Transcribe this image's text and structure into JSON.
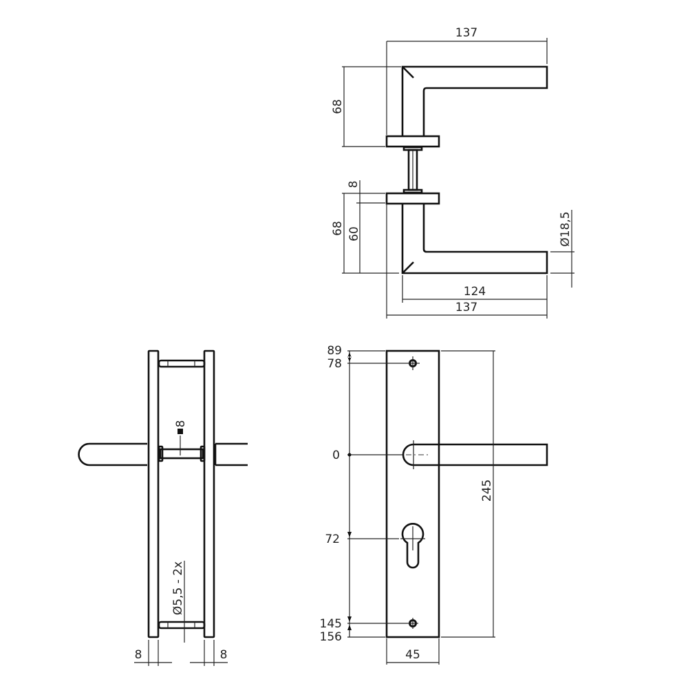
{
  "drawing": {
    "subject": "Door lever handle on long backplate with euro profile cylinder hole",
    "colors": {
      "line": "#111111",
      "background": "#ffffff"
    },
    "top_view": {
      "dimensions": {
        "overall_length_top": "137",
        "top_handle_height": "68",
        "rose_thickness": "8",
        "bottom_handle_height": "68",
        "handle_height_from_rose": "60",
        "grip_diameter": "Ø18,5",
        "grip_length": "124",
        "overall_length_bottom": "137"
      }
    },
    "side_view": {
      "dimensions": {
        "spindle_square": "8",
        "screw_hole": "Ø5,5 - 2x",
        "plate_thickness_left": "8",
        "plate_thickness_right": "8"
      }
    },
    "front_view": {
      "dimensions": {
        "top_edge": "89",
        "top_screw": "78",
        "handle_axis": "0",
        "cylinder_center": "72",
        "bottom_screw": "145",
        "bottom_edge": "156",
        "plate_height": "245",
        "plate_width": "45"
      }
    }
  }
}
